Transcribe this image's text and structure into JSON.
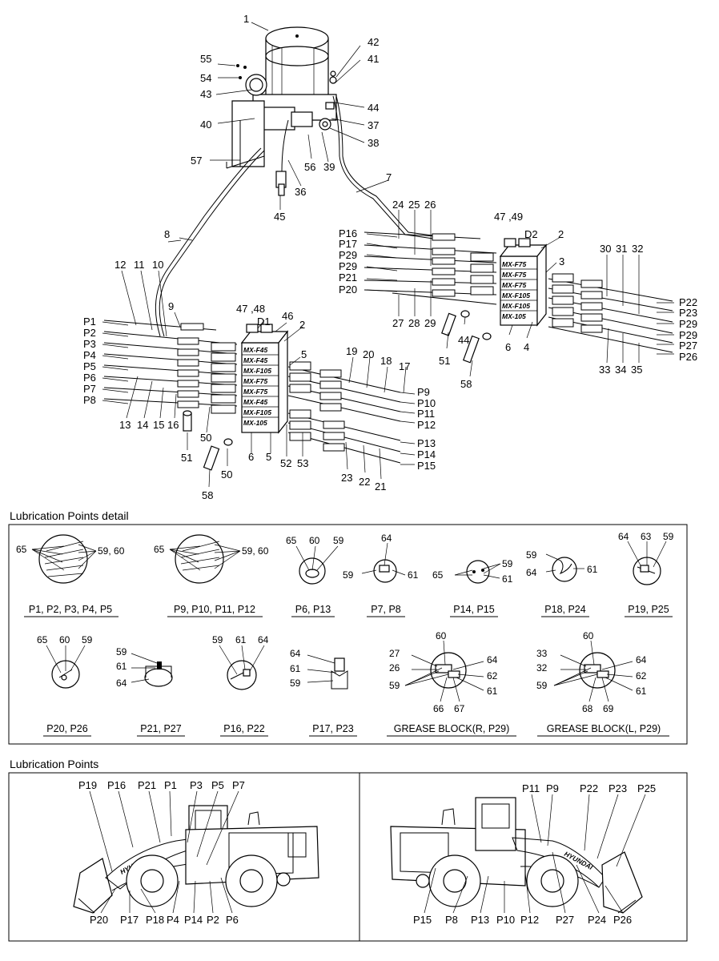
{
  "sections": {
    "detail_title": "Lubrication Points detail",
    "points_title": "Lubrication Points"
  },
  "main_labels": {
    "callouts": [
      "1",
      "42",
      "41",
      "55",
      "54",
      "43",
      "44",
      "37",
      "40",
      "38",
      "57",
      "56",
      "39",
      "7",
      "36",
      "45",
      "24",
      "25",
      "26",
      "47 ,49",
      "D2",
      "2",
      "P16",
      "P17",
      "P29",
      "P29",
      "P21",
      "P20",
      "30",
      "31",
      "32",
      "3",
      "P22",
      "P23",
      "P29",
      "P29",
      "P27",
      "P26",
      "27",
      "28",
      "29",
      "44",
      "51",
      "6",
      "4",
      "33",
      "34",
      "35",
      "58",
      "8",
      "12",
      "11",
      "10",
      "9",
      "47 ,48",
      "46",
      "D1",
      "2",
      "P1",
      "P2",
      "P3",
      "P4",
      "P5",
      "P6",
      "P7",
      "P8",
      "5",
      "19",
      "20",
      "18",
      "17",
      "P9",
      "P10",
      "P11",
      "P12",
      "13",
      "14",
      "15",
      "16",
      "50",
      "52",
      "53",
      "P13",
      "P14",
      "P15",
      "51",
      "6",
      "5",
      "50",
      "23",
      "22",
      "21",
      "58"
    ],
    "block_d2": [
      "MX-F75",
      "MX-F75",
      "MX-F75",
      "MX-F105",
      "MX-F105",
      "MX-105"
    ],
    "block_d1": [
      "MX-F45",
      "MX-F45",
      "MX-F105",
      "MX-F75",
      "MX-F75",
      "MX-F45",
      "MX-F105",
      "MX-105"
    ]
  },
  "detail": {
    "row1": [
      {
        "caption": "P1, P2, P3, P4, P5",
        "labels": [
          "65",
          "59, 60"
        ]
      },
      {
        "caption": "P9, P10, P11, P12",
        "labels": [
          "65",
          "59, 60"
        ]
      },
      {
        "caption": "P6, P13",
        "labels": [
          "65",
          "60",
          "59"
        ]
      },
      {
        "caption": "P7, P8",
        "labels": [
          "64",
          "59",
          "61"
        ]
      },
      {
        "caption": "P14, P15",
        "labels": [
          "59",
          "65",
          "61"
        ]
      },
      {
        "caption": "P18, P24",
        "labels": [
          "59",
          "64",
          "61"
        ]
      },
      {
        "caption": "P19, P25",
        "labels": [
          "64",
          "63",
          "59"
        ]
      }
    ],
    "row2": [
      {
        "caption": "P20, P26",
        "labels": [
          "65",
          "60",
          "59"
        ]
      },
      {
        "caption": "P21, P27",
        "labels": [
          "59",
          "61",
          "64"
        ]
      },
      {
        "caption": "P16, P22",
        "labels": [
          "59",
          "61",
          "64"
        ]
      },
      {
        "caption": "P17, P23",
        "labels": [
          "64",
          "61",
          "59"
        ]
      },
      {
        "caption": "GREASE BLOCK(R, P29)",
        "labels": [
          "60",
          "27",
          "26",
          "64",
          "62",
          "59",
          "61",
          "66",
          "67"
        ]
      },
      {
        "caption": "GREASE BLOCK(L, P29)",
        "labels": [
          "60",
          "33",
          "32",
          "64",
          "62",
          "59",
          "61",
          "68",
          "69"
        ]
      }
    ]
  },
  "points": {
    "left_top": [
      "P19",
      "P16",
      "P21",
      "P1",
      "P3",
      "P5",
      "P7"
    ],
    "left_bottom": [
      "P20",
      "P17",
      "P18",
      "P4",
      "P14",
      "P2",
      "P6"
    ],
    "right_top": [
      "P11",
      "P9",
      "P22",
      "P23",
      "P25"
    ],
    "right_bottom": [
      "P15",
      "P8",
      "P13",
      "P10",
      "P12",
      "P27",
      "P24",
      "P26"
    ],
    "loader_badge": "HYUNDAI"
  }
}
